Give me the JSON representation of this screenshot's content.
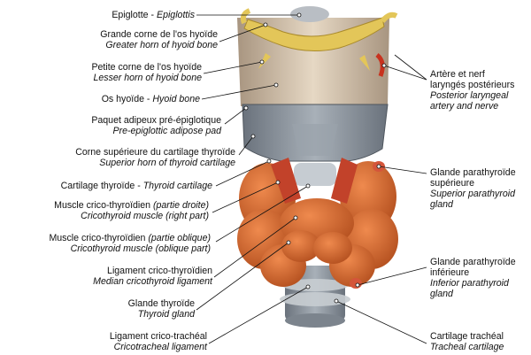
{
  "labels": {
    "epiglottis": {
      "fr": "Epiglotte - ",
      "en": "Epiglottis"
    },
    "greater_horn": {
      "fr": "Grande corne de l'os hyoïde",
      "en": "Greater horn of hyoid bone"
    },
    "lesser_horn": {
      "fr": "Petite corne de l'os hyoïde",
      "en": "Lesser horn of hyoid bone"
    },
    "hyoid": {
      "fr": "Os hyoïde - ",
      "en": "Hyoid bone"
    },
    "adipose": {
      "fr": "Paquet adipeux pré-épiglotique",
      "en": "Pre-epiglottic adipose pad"
    },
    "superior_horn": {
      "fr": "Corne supérieure du cartilage thyroïde",
      "en": "Superior horn of thyroid cartilage"
    },
    "thyroid_cartilage": {
      "fr": "Cartilage thyroïde - ",
      "en": "Thyroid cartilage"
    },
    "cricothyroid_right": {
      "fr_main": "Muscle crico-thyroïdien ",
      "fr_paren": "(partie droite)",
      "en": "Cricothyroid muscle (right part)"
    },
    "cricothyroid_oblique": {
      "fr_main": "Muscle crico-thyroïdien ",
      "fr_paren": "(partie oblique)",
      "en": "Cricothyroid muscle (oblique part)"
    },
    "median_ligament": {
      "fr": "Ligament crico-thyroïdien",
      "en": "Median cricothyroid ligament"
    },
    "thyroid_gland": {
      "fr": "Glande thyroïde",
      "en": "Thyroid gland"
    },
    "cricotracheal": {
      "fr": "Ligament crico-trachéal",
      "en": "Cricotracheal ligament"
    },
    "laryngeal": {
      "fr1": "Artère et nerf",
      "fr2": "laryngés postérieurs",
      "en1": "Posterior laryngeal",
      "en2": "artery and nerve"
    },
    "sup_parathyroid": {
      "fr1": "Glande parathyroïde",
      "fr2": "supérieure",
      "en1": "Superior parathyroid",
      "en2": "gland"
    },
    "inf_parathyroid": {
      "fr1": "Glande parathyroïde",
      "fr2": "inférieure",
      "en1": "Inferior parathyroid",
      "en2": "gland"
    },
    "tracheal": {
      "fr": "Cartilage trachéal",
      "en": "Tracheal cartilage"
    }
  },
  "colors": {
    "thyroid": "#d9682f",
    "thyroid_dark": "#b8501f",
    "cartilage": "#8f97a0",
    "cartilage_dark": "#5f6670",
    "hyoid": "#e0c45a",
    "membrane": "#cbb9a3",
    "muscle": "#c2422a",
    "leader": "#111111"
  }
}
